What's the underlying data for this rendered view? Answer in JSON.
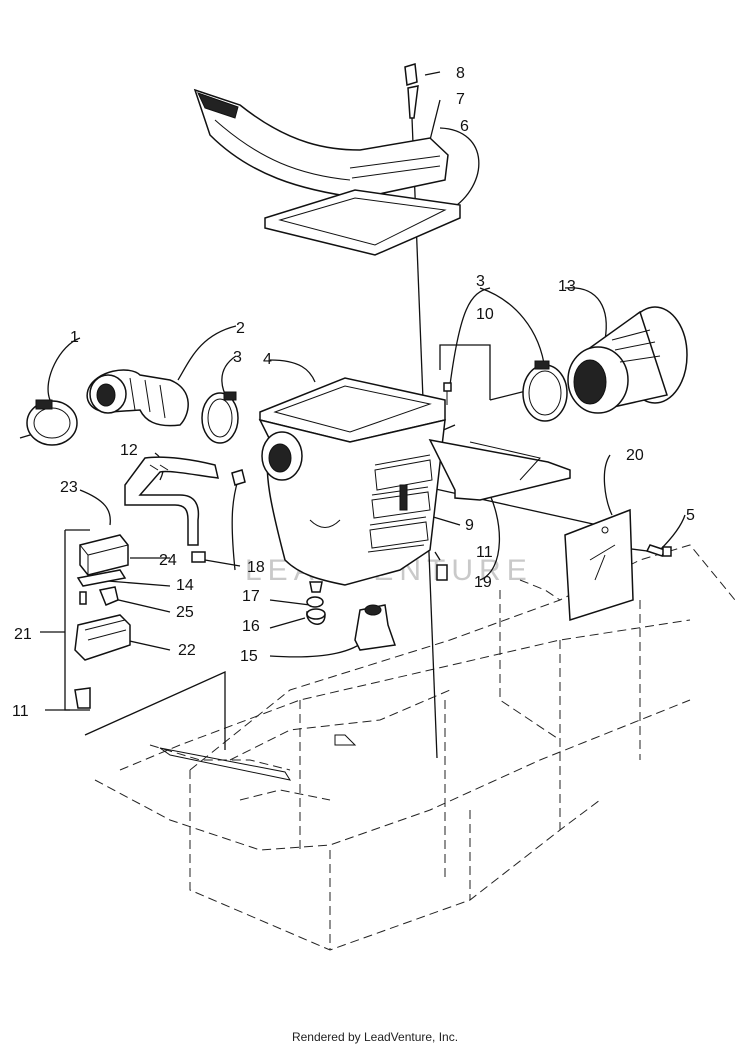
{
  "diagram": {
    "watermark": "LEADVENTURE",
    "callouts": {
      "c1": "1",
      "c2": "2",
      "c3a": "3",
      "c3b": "3",
      "c4": "4",
      "c5": "5",
      "c6": "6",
      "c7": "7",
      "c8": "8",
      "c9": "9",
      "c10": "10",
      "c11a": "11",
      "c11b": "11",
      "c12": "12",
      "c13": "13",
      "c14": "14",
      "c15": "15",
      "c16": "16",
      "c17": "17",
      "c18": "18",
      "c19": "19",
      "c20": "20",
      "c21": "21",
      "c22": "22",
      "c23": "23",
      "c24": "24",
      "c25": "25"
    }
  },
  "footer": {
    "text": "Rendered by LeadVenture, Inc."
  }
}
